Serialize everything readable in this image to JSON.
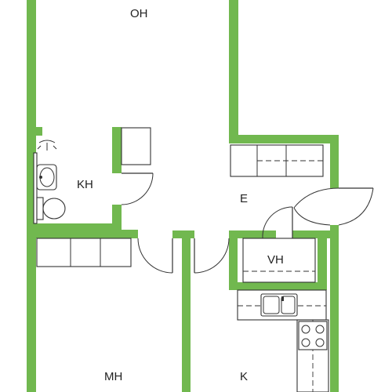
{
  "floor_plan": {
    "wall_color": "#71b84f",
    "line_color": "#333333",
    "background": "#ffffff",
    "rooms": {
      "oh": "OH",
      "kh": "KH",
      "e": "E",
      "vh": "VH",
      "mh": "MH",
      "k": "K"
    }
  }
}
